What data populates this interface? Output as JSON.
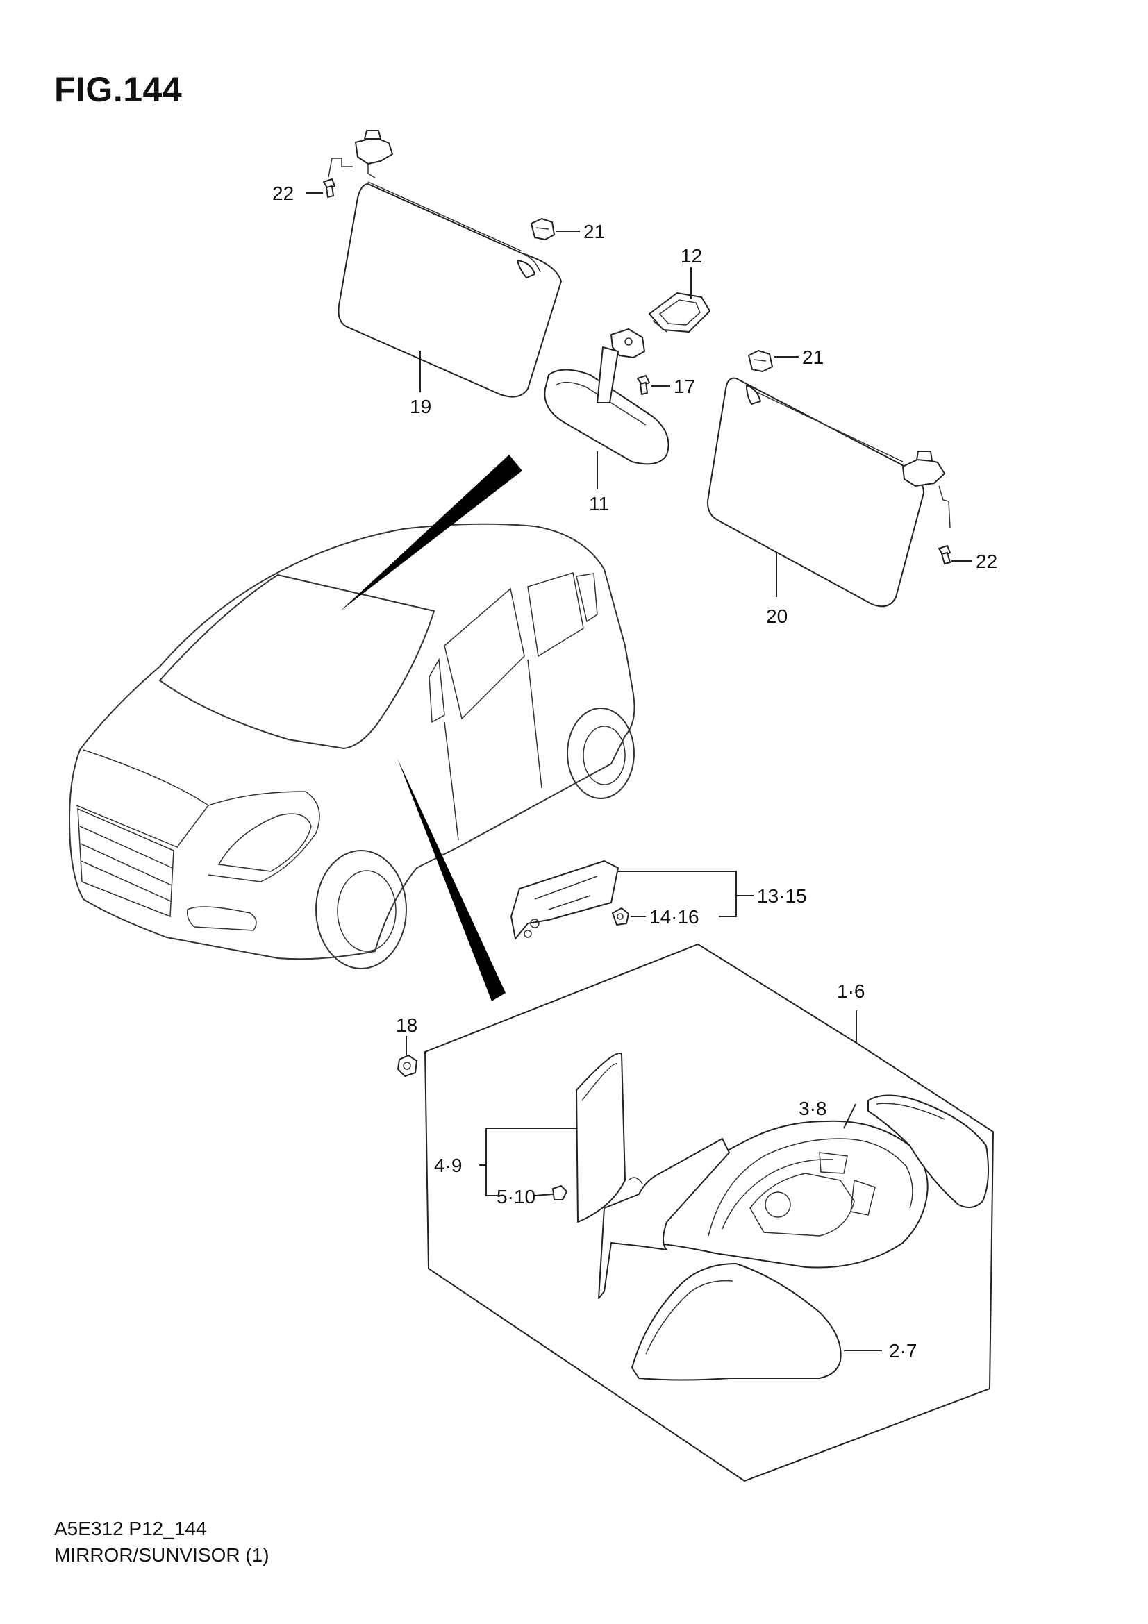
{
  "figure": {
    "title": "FIG.144",
    "code": "A5E312 P12_144",
    "name": "MIRROR/SUNVISOR (1)"
  },
  "callouts": [
    {
      "id": "c22a",
      "text": "22"
    },
    {
      "id": "c21a",
      "text": "21"
    },
    {
      "id": "c12",
      "text": "12"
    },
    {
      "id": "c21b",
      "text": "21"
    },
    {
      "id": "c17",
      "text": "17"
    },
    {
      "id": "c19",
      "text": "19"
    },
    {
      "id": "c11",
      "text": "11"
    },
    {
      "id": "c22b",
      "text": "22"
    },
    {
      "id": "c20",
      "text": "20"
    },
    {
      "id": "c1315",
      "text": "13·15"
    },
    {
      "id": "c1416",
      "text": "14·16"
    },
    {
      "id": "c16",
      "text": "1·6"
    },
    {
      "id": "c18",
      "text": "18"
    },
    {
      "id": "c38",
      "text": "3·8"
    },
    {
      "id": "c49",
      "text": "4·9"
    },
    {
      "id": "c510",
      "text": "5·10"
    },
    {
      "id": "c27",
      "text": "2·7"
    }
  ]
}
